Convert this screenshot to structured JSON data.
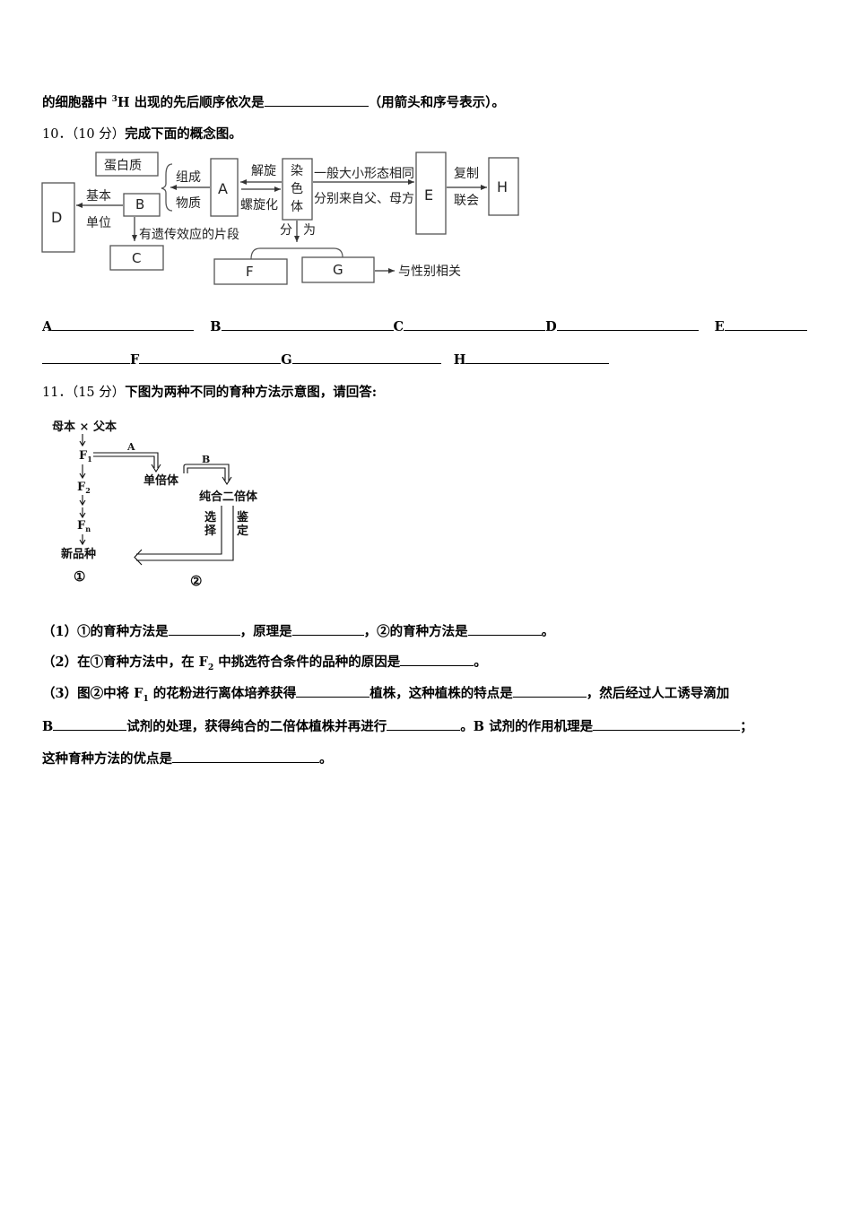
{
  "q9_tail": {
    "text_a": "的细胞器中 ",
    "sup": "3",
    "text_b": "H 出现的先后顺序依次是",
    "text_c": "（用箭头和序号表示）。"
  },
  "q10": {
    "number": "10．",
    "score": "（10 分）",
    "title": "完成下面的概念图。",
    "diagram": {
      "protein": "蛋白质",
      "zucheng": "组成",
      "wuzhi": "物质",
      "box_a": "A",
      "jiexuan": "解旋",
      "luoxuanhua": "螺旋化",
      "chromosome": [
        "染",
        "色",
        "体"
      ],
      "same_shape": "一般大小形态相同",
      "from_parents": "分别来自父、母方",
      "box_e": "E",
      "fuzhi": "复制",
      "lianhui": "联会",
      "box_h": "H",
      "box_d": "D",
      "jiben": "基本",
      "danwei": "单位",
      "box_b": "B",
      "fragment": "有遗传效应的片段",
      "box_c": "C",
      "fen": "分",
      "wei": "为",
      "box_f": "F",
      "box_g": "G",
      "sex_related": "与性别相关"
    },
    "answers": [
      "A",
      "B",
      "C",
      "D",
      "E",
      "F",
      "G",
      "H"
    ]
  },
  "q11": {
    "number": "11．",
    "score": "（15 分）",
    "title": "下图为两种不同的育种方法示意图，请回答:",
    "diagram": {
      "parents": "母本 × 父本",
      "f1": "F",
      "f1_sub": "1",
      "f2": "F",
      "f2_sub": "2",
      "fn": "F",
      "fn_sub": "n",
      "new_variety": "新品种",
      "circle1": "①",
      "label_a": "A",
      "label_b": "B",
      "haploid": "单倍体",
      "pure_diploid": "纯合二倍体",
      "select": [
        "选",
        "择"
      ],
      "identify": [
        "鉴",
        "定"
      ],
      "circle2": "②"
    },
    "sub1": {
      "a": "（1）①的育种方法是",
      "b": "，原理是",
      "c": "，②的育种方法是",
      "d": "。"
    },
    "sub2": {
      "a": "（2）在①育种方法中，在 F",
      "sub": "2",
      "b": " 中挑选符合条件的品种的原因是",
      "c": "。"
    },
    "sub3": {
      "a": "（3）图②中将 F",
      "sub": "1",
      "b": " 的花粉进行离体培养获得",
      "c": "植株，这种植株的特点是",
      "d": "，然后经过人工诱导滴加",
      "e": "B",
      "f": "试剂的处理，获得纯合的二倍体植株并再进行",
      "g": "。B 试剂的作用机理是",
      "h": "；",
      "i": "这种育种方法的优点是",
      "j": "。"
    }
  }
}
